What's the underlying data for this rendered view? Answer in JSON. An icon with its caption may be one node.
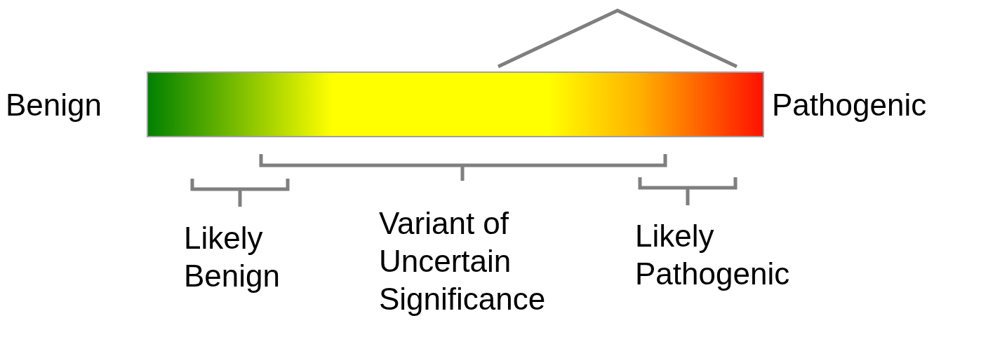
{
  "diagram": {
    "nodes": [
      {
        "text": [],
        "shape": "bar"
      }
    ],
    "labels": [
      "Benign",
      "Pathogenic",
      "Likely Benign",
      "Variant of Uncertain Significance",
      "Likely Pathogenic"
    ]
  }
}
